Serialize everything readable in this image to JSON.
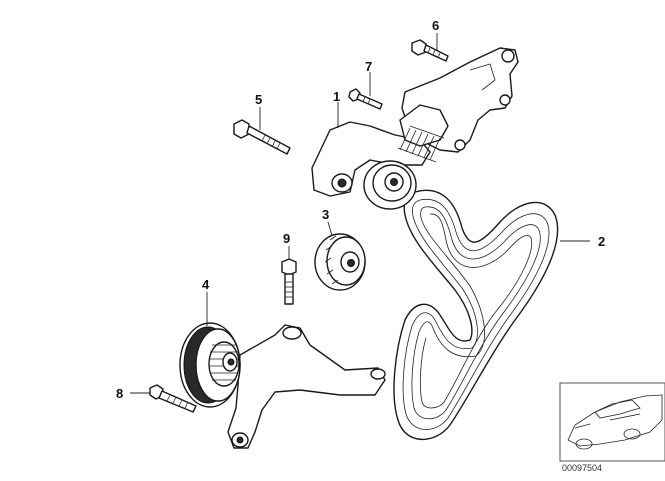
{
  "callouts": [
    {
      "id": "1",
      "label": "1"
    },
    {
      "id": "2",
      "label": "2"
    },
    {
      "id": "3",
      "label": "3"
    },
    {
      "id": "4",
      "label": "4"
    },
    {
      "id": "5",
      "label": "5"
    },
    {
      "id": "6",
      "label": "6"
    },
    {
      "id": "7",
      "label": "7"
    },
    {
      "id": "8",
      "label": "8"
    },
    {
      "id": "9",
      "label": "9"
    }
  ],
  "inset": {
    "reference_code": "00097504"
  }
}
